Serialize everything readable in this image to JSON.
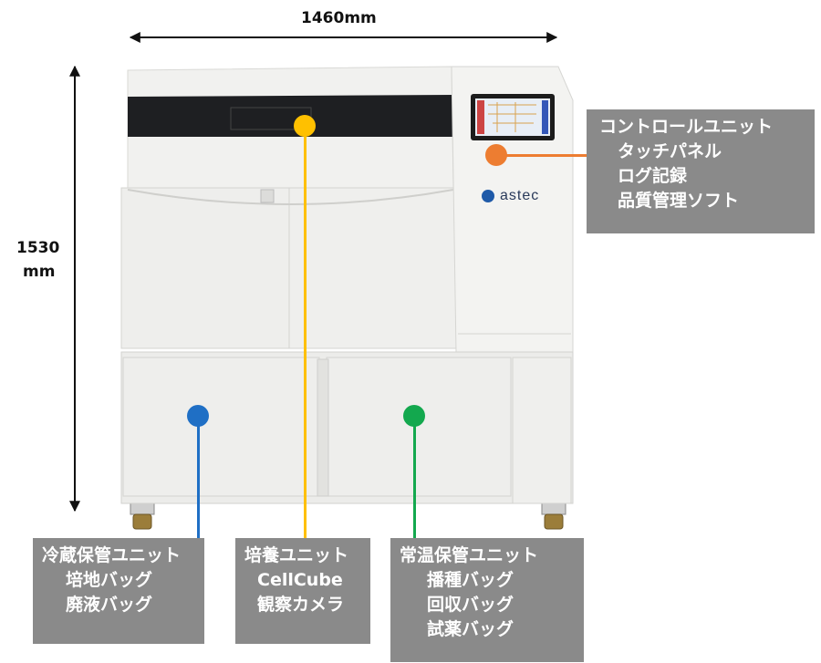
{
  "dimensions": {
    "width_label": "1460mm",
    "height_label_1": "1530",
    "height_label_2": "mm"
  },
  "machine": {
    "brand": "astec"
  },
  "units": {
    "control": {
      "title": "コントロールユニット",
      "items": [
        "タッチパネル",
        "ログ記録",
        "品質管理ソフト"
      ],
      "color": "#ED7D31"
    },
    "culture": {
      "title": "培養ユニット",
      "items": [
        "CellCube",
        "観察カメラ"
      ],
      "color": "#FFC000"
    },
    "cold_storage": {
      "title": "冷蔵保管ユニット",
      "items": [
        "培地バッグ",
        "廃液バッグ"
      ],
      "color": "#1F6FC5"
    },
    "room_temp_storage": {
      "title": "常温保管ユニット",
      "items": [
        "播種バッグ",
        "回収バッグ",
        "試薬バッグ"
      ],
      "color": "#13A84E"
    }
  }
}
